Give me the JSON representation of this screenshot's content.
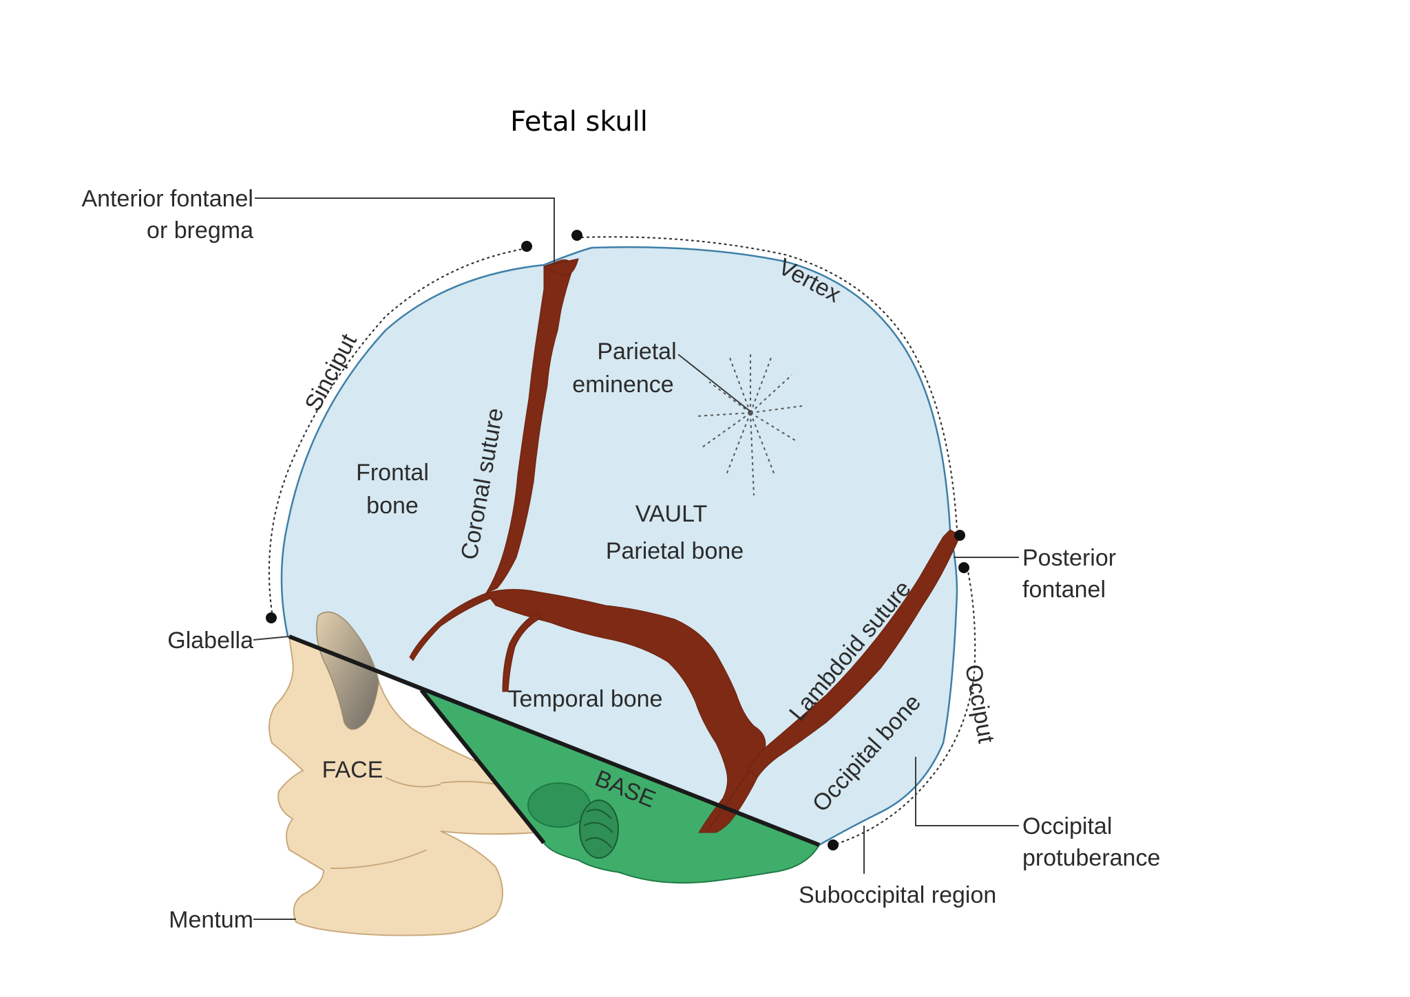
{
  "title": "Fetal skull",
  "labels": {
    "anterior_fontanel_line1": "Anterior fontanel",
    "anterior_fontanel_line2": "or bregma",
    "sinciput": "Sinciput",
    "vertex": "Vertex",
    "parietal_eminence_line1": "Parietal",
    "parietal_eminence_line2": "eminence",
    "coronal_suture": "Coronal suture",
    "frontal_bone_line1": "Frontal",
    "frontal_bone_line2": "bone",
    "vault": "VAULT",
    "parietal_bone": "Parietal bone",
    "posterior_fontanel_line1": "Posterior",
    "posterior_fontanel_line2": "fontanel",
    "lambdoid_suture": "Lambdoid suture",
    "glabella": "Glabella",
    "temporal_bone": "Temporal bone",
    "occiput": "Occiput",
    "occipital_bone": "Occipital bone",
    "face": "FACE",
    "base": "BASE",
    "occipital_protuberance_line1": "Occipital",
    "occipital_protuberance_line2": "protuberance",
    "suboccipital_region": "Suboccipital region",
    "mentum": "Mentum"
  },
  "colors": {
    "vault": "#d6e8f1",
    "vault_outline": "#3d7fa8",
    "suture": "#7e2a14",
    "face": "#f2dcb8",
    "face_outline": "#c9a97c",
    "base": "#3fae6a",
    "base_dark": "#1f7a45"
  }
}
